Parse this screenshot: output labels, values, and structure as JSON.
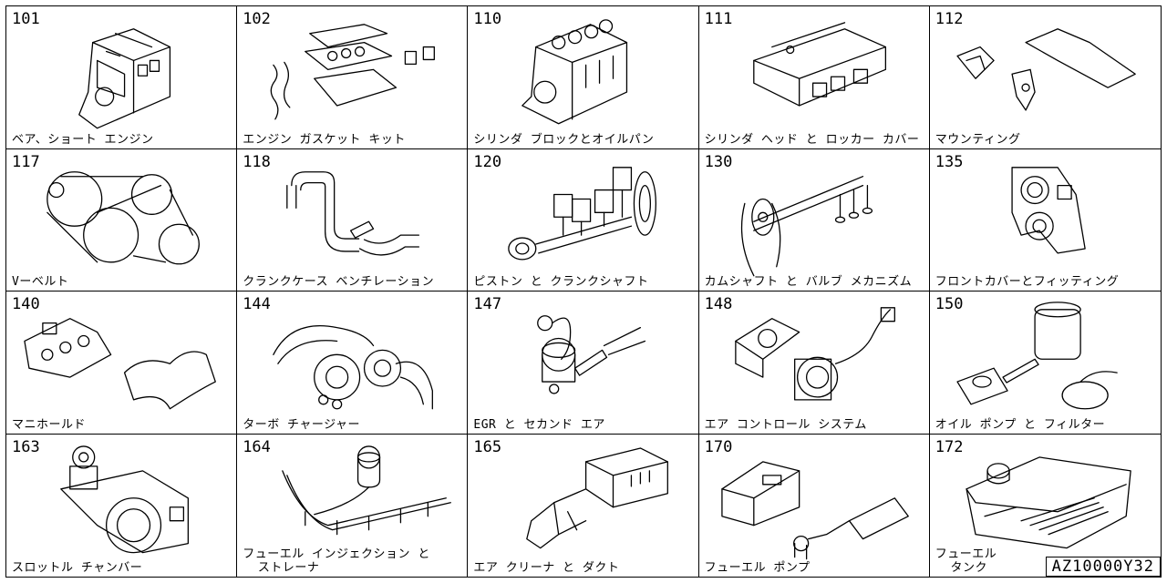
{
  "catalog_code": "AZ10000Y32",
  "sections": [
    {
      "number": "101",
      "label": "ベア、ショート エンジン",
      "icon": "short-block-engine-icon"
    },
    {
      "number": "102",
      "label": "エンジン ガスケット キット",
      "icon": "gasket-kit-icon"
    },
    {
      "number": "110",
      "label": "シリンダ ブロックとオイルパン",
      "icon": "cylinder-block-icon"
    },
    {
      "number": "111",
      "label": "シリンダ ヘッド と ロッカー カバー",
      "icon": "cylinder-head-icon"
    },
    {
      "number": "112",
      "label": "マウンティング",
      "icon": "engine-mounting-icon"
    },
    {
      "number": "117",
      "label": "Vーベルト",
      "icon": "v-belt-icon"
    },
    {
      "number": "118",
      "label": "クランクケース ベンチレーション",
      "icon": "crankcase-ventilation-icon"
    },
    {
      "number": "120",
      "label": "ピストン と クランクシャフト",
      "icon": "piston-crankshaft-icon"
    },
    {
      "number": "130",
      "label": "カムシャフト と バルブ メカニズム",
      "icon": "camshaft-valve-icon"
    },
    {
      "number": "135",
      "label": "フロントカバーとフィッティング",
      "icon": "front-cover-icon"
    },
    {
      "number": "140",
      "label": "マニホールド",
      "icon": "manifold-icon"
    },
    {
      "number": "144",
      "label": "ターボ チャージャー",
      "icon": "turbocharger-icon"
    },
    {
      "number": "147",
      "label": "EGR と セカンド エア",
      "icon": "egr-valve-icon"
    },
    {
      "number": "148",
      "label": "エア コントロール システム",
      "icon": "air-control-valve-icon"
    },
    {
      "number": "150",
      "label": "オイル ポンプ と フィルター",
      "icon": "oil-pump-filter-icon"
    },
    {
      "number": "163",
      "label": "スロットル チャンバー",
      "icon": "throttle-chamber-icon"
    },
    {
      "number": "164",
      "label": "フューエル インジェクション と\n  ストレーナ",
      "icon": "fuel-injection-icon"
    },
    {
      "number": "165",
      "label": "エア クリーナ と ダクト",
      "icon": "air-cleaner-duct-icon"
    },
    {
      "number": "170",
      "label": "フューエル ポンプ",
      "icon": "fuel-pump-icon"
    },
    {
      "number": "172",
      "label": "フューエル\n  タンク",
      "icon": "fuel-tank-icon"
    }
  ]
}
